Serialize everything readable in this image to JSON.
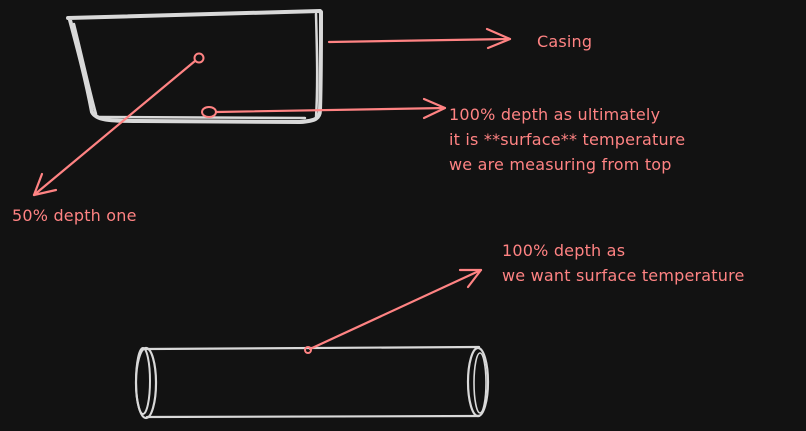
{
  "colors": {
    "background": "#121212",
    "shape": "#d9d9d9",
    "annotation": "#ff8383"
  },
  "labels": {
    "casing": "Casing",
    "depth_100_casing": [
      "100% depth as ultimately",
      "it is **surface** temperature",
      "we are measuring from top"
    ],
    "depth_50": "50% depth one",
    "depth_100_pipe": [
      "100% depth as",
      "we want surface temperature"
    ]
  }
}
